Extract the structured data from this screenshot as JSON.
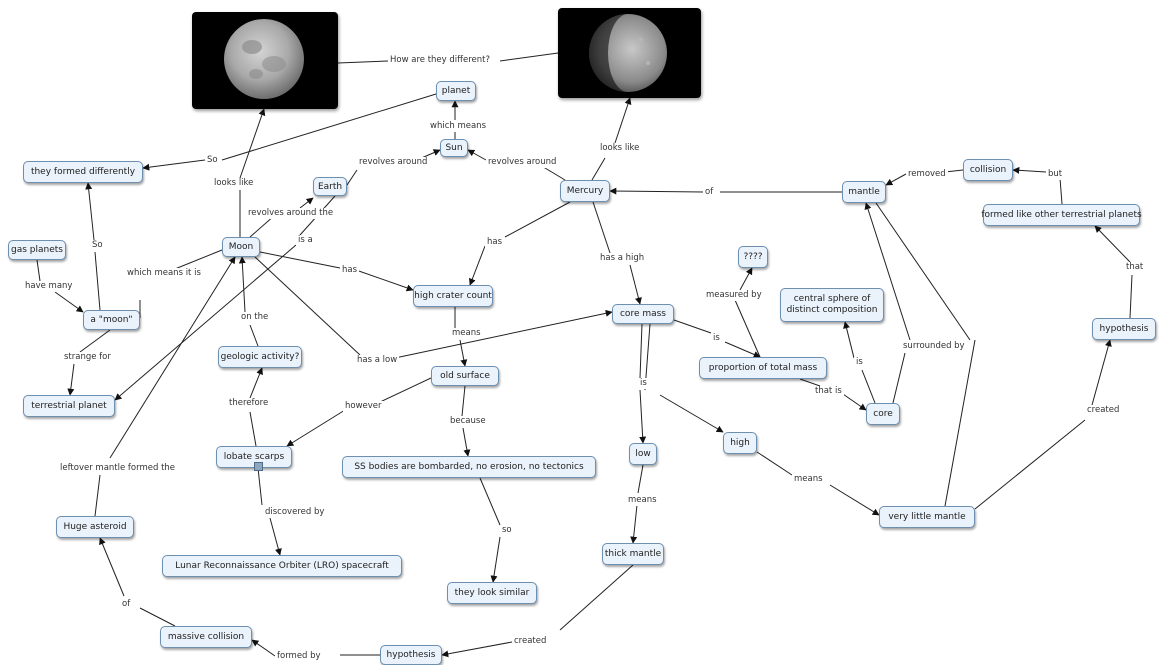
{
  "nodes": {
    "planet": "planet",
    "sun": "Sun",
    "earth": "Earth",
    "they_formed_differently": "they formed differently",
    "gas_planets": "gas planets",
    "a_moon": "a \"moon\"",
    "terrestrial_planet": "terrestrial planet",
    "moon": "Moon",
    "mercury": "Mercury",
    "high_crater_count": "high crater count",
    "geologic_activity": "geologic activity?",
    "old_surface": "old surface",
    "core_mass": "core mass",
    "qqq": "????",
    "central_sphere": "central sphere of distinct composition",
    "proportion": "proportion of total mass",
    "core": "core",
    "mantle": "mantle",
    "collision": "collision",
    "formed_like": "formed like other terrestrial planets",
    "hypothesis_right": "hypothesis",
    "lobate_scarps": "lobate scarps",
    "ss_bodies": "SS bodies are bombarded, no erosion, no tectonics",
    "low": "low",
    "high": "high",
    "very_little_mantle": "very little mantle",
    "huge_asteroid": "Huge asteroid",
    "lro": "Lunar Reconnaissance Orbiter (LRO) spacecraft",
    "they_look_similar": "they look similar",
    "thick_mantle": "thick mantle",
    "massive_collision": "massive collision",
    "hypothesis_bottom": "hypothesis"
  },
  "links": {
    "how_different": "How are they different?",
    "which_means_top": "which means",
    "so_top": "So",
    "looks_like_left": "looks like",
    "revolves_around_earth": "revolves around",
    "revolves_around_mercury": "revolves around",
    "looks_like_right": "looks like",
    "revolves_around_the": "revolves around the",
    "is_a": "is a",
    "so_left": "So",
    "which_means_it_is": "which means it is",
    "have_many": "have many",
    "strange_for": "strange for",
    "has_moon": "has",
    "has_mercury": "has",
    "has_a_high": "has a high",
    "of_mantle": "of",
    "removed": "removed",
    "but": "but",
    "on_the": "on the",
    "has_a_low": "has a low",
    "means_crater": "means",
    "measured_by": "measured by",
    "is_core_mass": "is",
    "is_core": "is",
    "surrounded_by": "surrounded by",
    "that": "that",
    "that_is": "that is",
    "therefore": "therefore",
    "however": "however",
    "because": "because",
    "is_low": "is",
    "created_right": "created",
    "leftover": "leftover mantle formed the",
    "discovered_by": "discovered by",
    "means_high": "means",
    "means_low": "means",
    "so_bottom": "so",
    "of_bottom": "of",
    "created_bottom": "created",
    "formed_by": "formed by"
  },
  "images": {
    "left_photo": "moon-photo",
    "right_photo": "mercury-photo"
  },
  "colors": {
    "node_fill": "#eaf2fb",
    "node_border": "#6d8fb0",
    "line": "#222222"
  }
}
